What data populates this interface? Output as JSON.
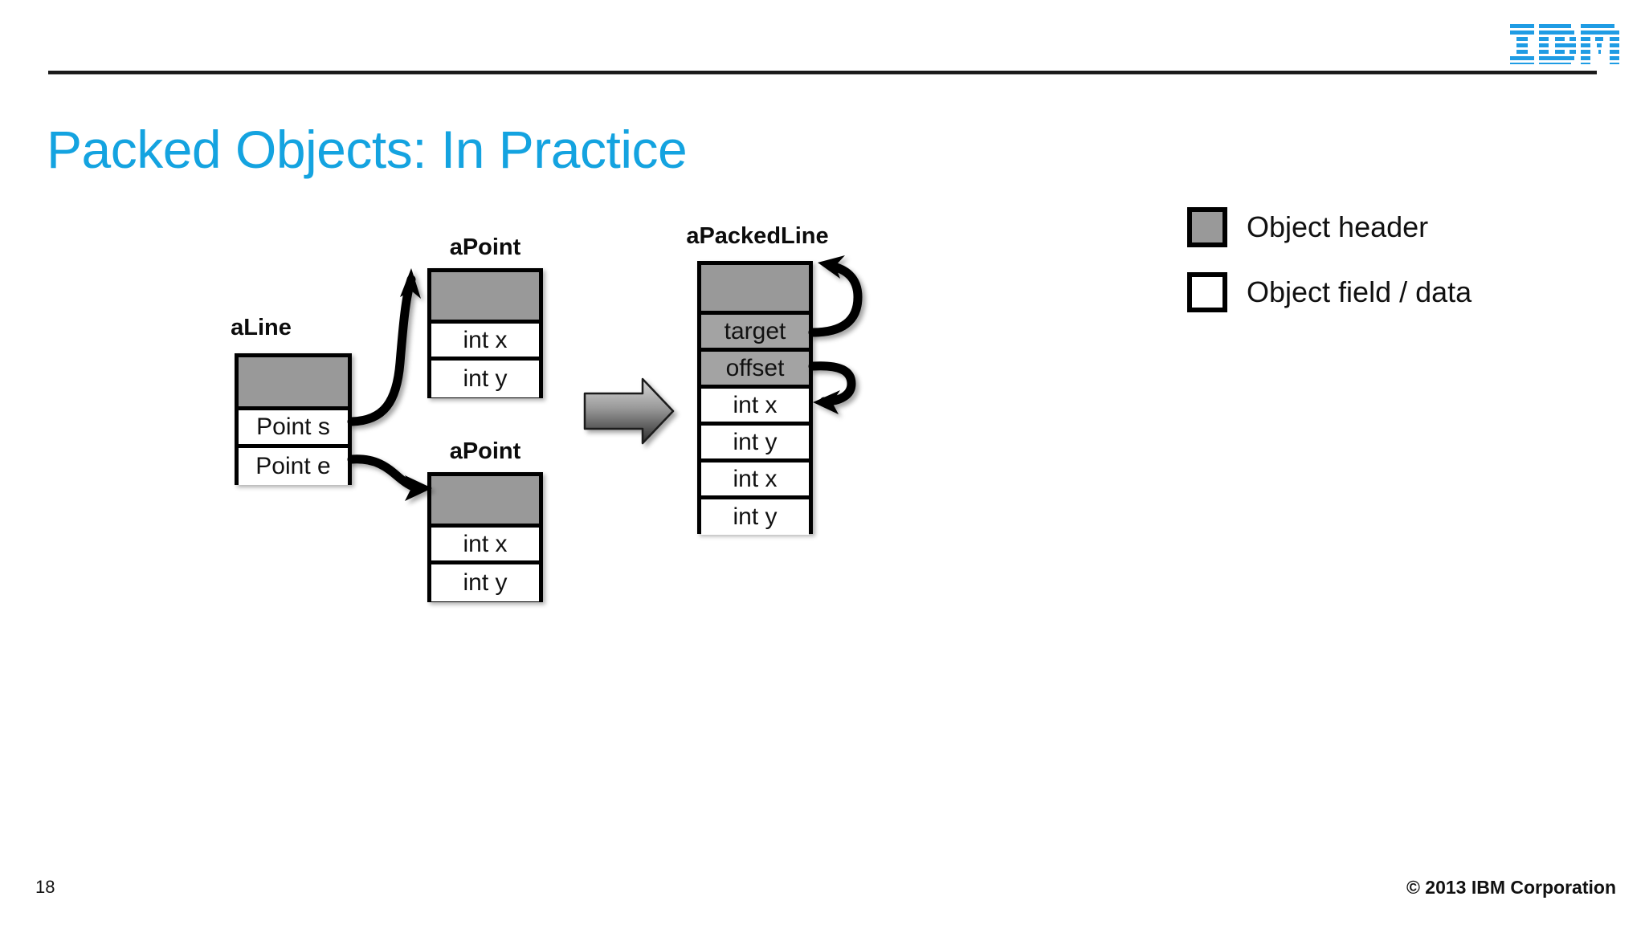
{
  "slide": {
    "title": "Packed Objects: In Practice",
    "title_color": "#14a3e0",
    "page_number": "18",
    "copyright": "© 2013 IBM Corporation",
    "brand_logo": "ibm-logo",
    "brand_color": "#1f9ce4",
    "background": "#ffffff"
  },
  "diagram": {
    "header_gray": "#999999",
    "field_white": "#ffffff",
    "stroke": "#000000",
    "objects": [
      {
        "id": "aline",
        "label": "aLine",
        "cells": [
          {
            "text": "",
            "kind": "header"
          },
          {
            "text": "Point s",
            "kind": "field"
          },
          {
            "text": "Point e",
            "kind": "field"
          }
        ]
      },
      {
        "id": "apoint-top",
        "label": "aPoint",
        "cells": [
          {
            "text": "",
            "kind": "header"
          },
          {
            "text": "int x",
            "kind": "field"
          },
          {
            "text": "int y",
            "kind": "field"
          }
        ]
      },
      {
        "id": "apoint-bottom",
        "label": "aPoint",
        "cells": [
          {
            "text": "",
            "kind": "header"
          },
          {
            "text": "int x",
            "kind": "field"
          },
          {
            "text": "int y",
            "kind": "field"
          }
        ]
      },
      {
        "id": "apackedline",
        "label": "aPackedLine",
        "cells": [
          {
            "text": "",
            "kind": "header"
          },
          {
            "text": "target",
            "kind": "gray"
          },
          {
            "text": "offset",
            "kind": "gray"
          },
          {
            "text": "int x",
            "kind": "field"
          },
          {
            "text": "int y",
            "kind": "field"
          },
          {
            "text": "int x",
            "kind": "field"
          },
          {
            "text": "int y",
            "kind": "field"
          }
        ]
      }
    ],
    "transform_arrow": "block-arrow-right"
  },
  "legend": {
    "items": [
      {
        "swatch": "filled",
        "label": "Object header"
      },
      {
        "swatch": "empty",
        "label": "Object field / data"
      }
    ]
  }
}
